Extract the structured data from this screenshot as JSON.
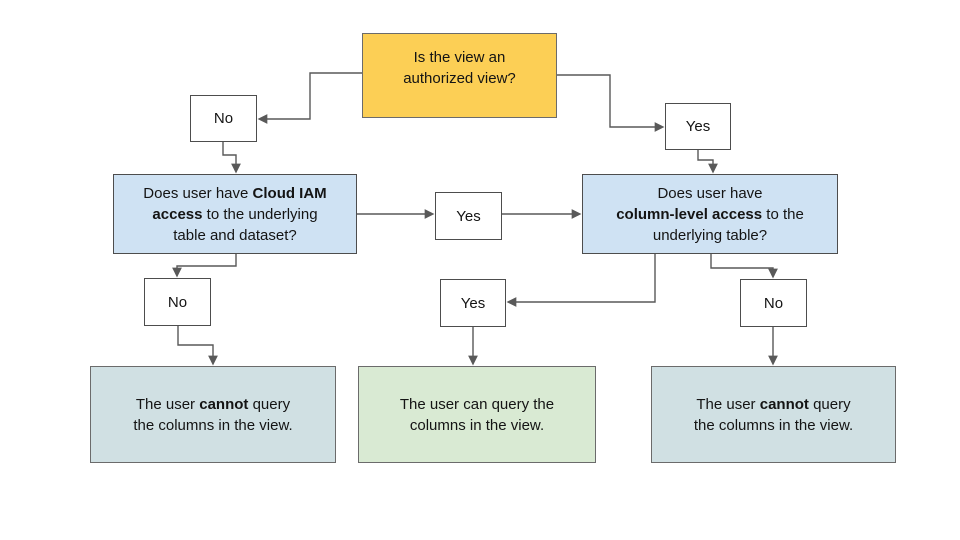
{
  "colors": {
    "bg": "#ffffff",
    "yellow": "#fccf55",
    "blue": "#cfe2f3",
    "cyan": "#d0e0e3",
    "green": "#d9ead3",
    "border": "#6b6b6b",
    "border-dark": "#4d4d4d",
    "connector": "#595959",
    "text": "#141414"
  },
  "nodes": {
    "root": {
      "lines": [
        {
          "pre": "Is the view an"
        },
        {
          "pre": "authorized view?"
        }
      ]
    },
    "no1": {
      "label": "No"
    },
    "yes1": {
      "label": "Yes"
    },
    "iam_question": {
      "lines": [
        {
          "pre": "Does user have ",
          "bold": "Cloud IAM"
        },
        {
          "bold": "access",
          "post": " to the underlying"
        },
        {
          "pre": "table and dataset?"
        }
      ]
    },
    "yes_mid": {
      "label": "Yes"
    },
    "col_question": {
      "lines": [
        {
          "pre": "Does user have"
        },
        {
          "bold": "column-level access",
          "post": " to the"
        },
        {
          "pre": "underlying table?"
        }
      ]
    },
    "no2": {
      "label": "No"
    },
    "yes2": {
      "label": "Yes"
    },
    "no3": {
      "label": "No"
    },
    "cannot_left": {
      "lines": [
        {
          "pre": "The user ",
          "bold": "cannot",
          "post": " query"
        },
        {
          "pre": "the columns in the view."
        }
      ]
    },
    "can_mid": {
      "lines": [
        {
          "pre": "The user can query the"
        },
        {
          "pre": "columns in the view."
        }
      ]
    },
    "cannot_right": {
      "lines": [
        {
          "pre": "The user ",
          "bold": "cannot",
          "post": " query"
        },
        {
          "pre": "the columns in the view."
        }
      ]
    }
  }
}
